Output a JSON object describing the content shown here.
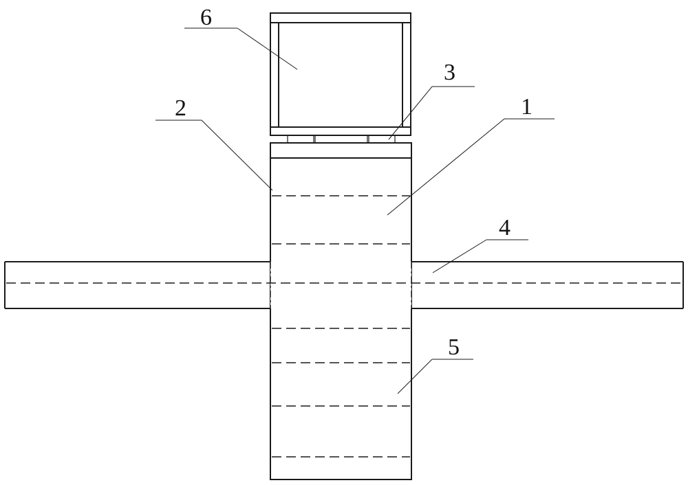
{
  "callouts": {
    "part_1": "1",
    "part_2": "2",
    "part_3": "3",
    "part_4": "4",
    "part_5": "5",
    "part_6": "6"
  },
  "colors": {
    "line": "#1a1a1a",
    "background": "#ffffff"
  }
}
